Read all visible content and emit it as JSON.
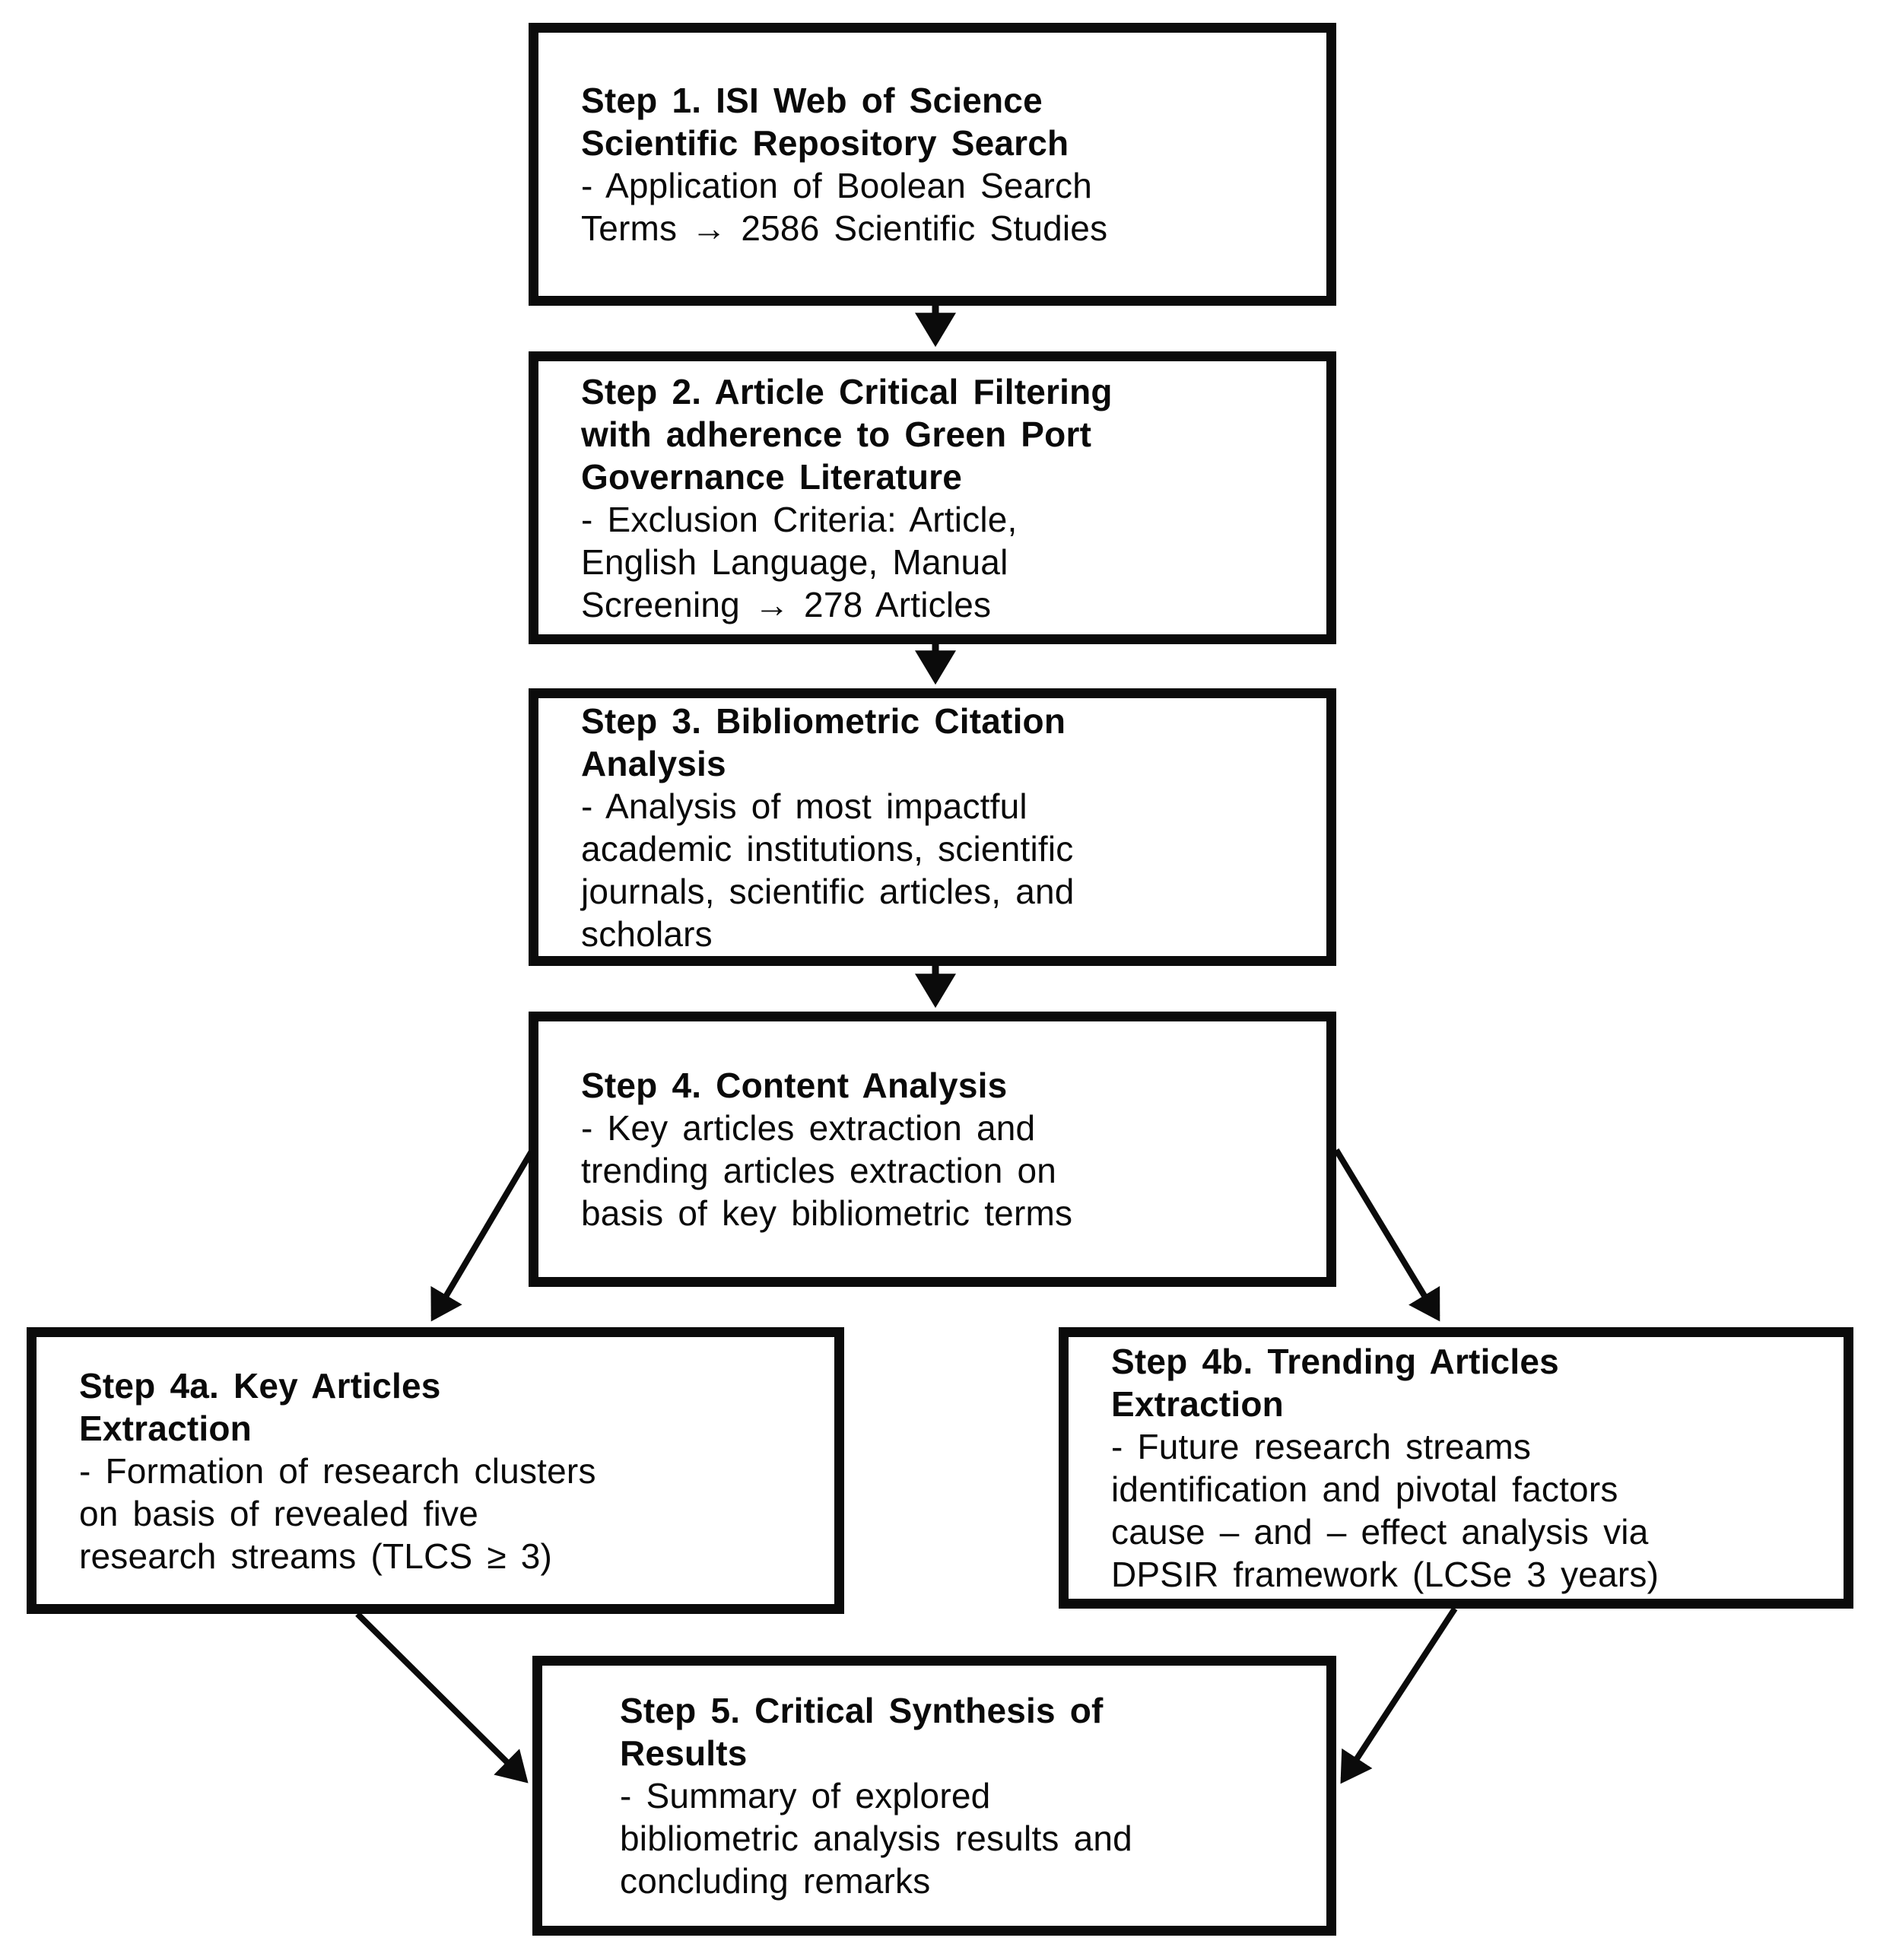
{
  "figure": {
    "type": "flowchart",
    "colors": {
      "background": "#ffffff",
      "line": "#000000",
      "text": "#0a0a0a",
      "box_fill": "#ffffff"
    },
    "boxes": [
      {
        "id": "step1",
        "title_lines": [
          "Step 1. ISI Web of Science",
          "Scientific Repository Search"
        ],
        "body_lines": [
          "- Application of Boolean Search",
          "Terms → 2586 Scientific Studies"
        ]
      },
      {
        "id": "step2",
        "title_lines": [
          "Step 2. Article Critical Filtering",
          "with adherence to Green Port",
          "Governance Literature"
        ],
        "body_lines": [
          "- Exclusion Criteria: Article,",
          "English Language, Manual",
          "Screening → 278 Articles"
        ]
      },
      {
        "id": "step3",
        "title_lines": [
          "Step 3. Bibliometric Citation",
          "Analysis"
        ],
        "body_lines": [
          "- Analysis of most impactful",
          "academic institutions, scientific",
          "journals, scientific articles, and",
          "scholars"
        ]
      },
      {
        "id": "step4",
        "title_lines": [
          "Step 4. Content Analysis"
        ],
        "body_lines": [
          "- Key articles extraction and",
          "trending articles extraction on",
          "basis of key bibliometric terms"
        ]
      },
      {
        "id": "step4a",
        "title_lines": [
          "Step 4a. Key Articles",
          "Extraction"
        ],
        "body_lines": [
          "- Formation of research clusters",
          "on basis of revealed five",
          "research streams (TLCS ≥ 3)"
        ]
      },
      {
        "id": "step4b",
        "title_lines": [
          "Step 4b. Trending Articles",
          "Extraction"
        ],
        "body_lines": [
          "- Future research streams",
          "identification and pivotal factors",
          "cause – and – effect analysis via",
          "DPSIR framework (LCSe 3 years)"
        ]
      },
      {
        "id": "step5",
        "title_lines": [
          "Step 5. Critical Synthesis of",
          "Results"
        ],
        "body_lines": [
          "- Summary of explored",
          "bibliometric analysis results and",
          "concluding remarks"
        ]
      }
    ],
    "arrows": [
      {
        "from": "step1",
        "to": "step2"
      },
      {
        "from": "step2",
        "to": "step3"
      },
      {
        "from": "step3",
        "to": "step4"
      },
      {
        "from": "step4",
        "to": "step4a"
      },
      {
        "from": "step4",
        "to": "step4b"
      },
      {
        "from": "step4a",
        "to": "step5"
      },
      {
        "from": "step4b",
        "to": "step5"
      }
    ]
  }
}
